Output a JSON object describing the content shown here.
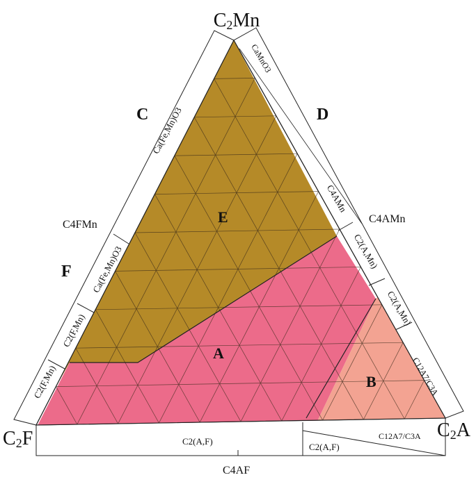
{
  "vertices": {
    "top": "C2Mn",
    "left": "C2F",
    "right": "C2A"
  },
  "edge_labels": {
    "left_mid": "C4FMn",
    "right_mid": "C4AMn",
    "bottom_mid": "C4AF"
  },
  "region_letters": {
    "C": "C",
    "D": "D",
    "E": "E",
    "F": "F",
    "A": "A",
    "B": "B"
  },
  "strip_labels": {
    "left_upper": "Ca(Fe,Mn)O3",
    "left_lower": "Ca(Fe,Mn)O3",
    "left_c2fmn_upper": "C2(F,Mn)",
    "left_c2fmn_lower": "C2(F,Mn)",
    "right_top": "CaMnO3",
    "right_c4amn": "C4AMn",
    "right_c2amn_upper": "C2(A,Mn)",
    "right_c2amn_lower": "C2(A,Mn)",
    "right_c12a7": "C12A7/C3A",
    "bottom_left": "C2(A,F)",
    "bottom_right_left": "C2(A,F)",
    "bottom_right_right": "C12A7/C3A"
  },
  "colors": {
    "region_E": "#b58a28",
    "region_A": "#ec6b8a",
    "region_B": "#f3a392",
    "grid": "#3a2a1a",
    "outline": "#222222"
  }
}
